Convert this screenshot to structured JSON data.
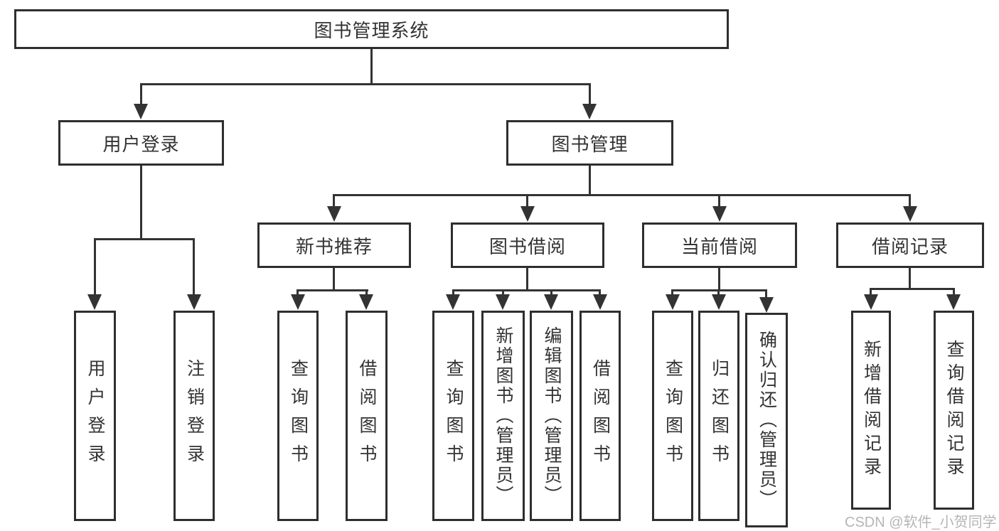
{
  "diagram_type": "hierarchy",
  "tree": {
    "label": "图书管理系统",
    "children": [
      {
        "label": "用户登录",
        "children": [
          {
            "label": "用户登录"
          },
          {
            "label": "注销登录"
          }
        ]
      },
      {
        "label": "图书管理",
        "children": [
          {
            "label": "新书推荐",
            "children": [
              {
                "label": "查询图书"
              },
              {
                "label": "借阅图书"
              }
            ]
          },
          {
            "label": "图书借阅",
            "children": [
              {
                "label": "查询图书"
              },
              {
                "label": "新增图书（管理员）"
              },
              {
                "label": "编辑图书（管理员）"
              },
              {
                "label": "借阅图书"
              }
            ]
          },
          {
            "label": "当前借阅",
            "children": [
              {
                "label": "查询图书"
              },
              {
                "label": "归还图书"
              },
              {
                "label": "确认归还（管理员）"
              }
            ]
          },
          {
            "label": "借阅记录",
            "children": [
              {
                "label": "新增借阅记录"
              },
              {
                "label": "查询借阅记录"
              }
            ]
          }
        ]
      }
    ]
  },
  "watermark": {
    "text": "CSDN @软件_小贺同学",
    "color": "#b5b5b5"
  },
  "colors": {
    "background": "#ffffff",
    "line": "#333333",
    "box_border": "#2e2e2e",
    "text": "#333333"
  }
}
